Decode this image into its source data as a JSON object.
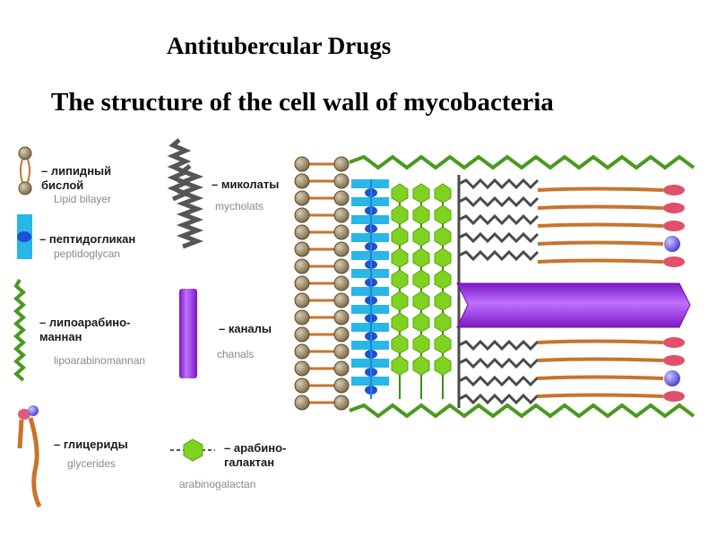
{
  "title": "Antitubercular Drugs",
  "subtitle": "The structure of the cell wall of mycobacteria",
  "legend": {
    "lipid_bilayer": {
      "ru": "– липидный\nбислой",
      "en": "Lipid bilayer"
    },
    "peptidoglycan": {
      "ru": "– пептидогликан",
      "en": "peptidoglycan"
    },
    "lipoarabinomannan": {
      "ru": "– липоарабино-\nманнан",
      "en": "lipoarabinomannan"
    },
    "glycerides": {
      "ru": "– глицериды",
      "en": "glycerides"
    },
    "mycolates": {
      "ru": "– миколаты",
      "en": "mycholats"
    },
    "channels": {
      "ru": "– каналы",
      "en": "chanals"
    },
    "arabinogalactan": {
      "ru": "– арабино-\nгалактан",
      "en": "arabinogalactan"
    }
  },
  "colors": {
    "lipid": "#8c7b5a",
    "peptidoglycan": "#29b6e8",
    "lam": "#4a9a1e",
    "mycolate": "#444444",
    "channel": "#9b27e0",
    "glyceride": "#c8742c",
    "arabinogalactan": "#7fd320"
  }
}
